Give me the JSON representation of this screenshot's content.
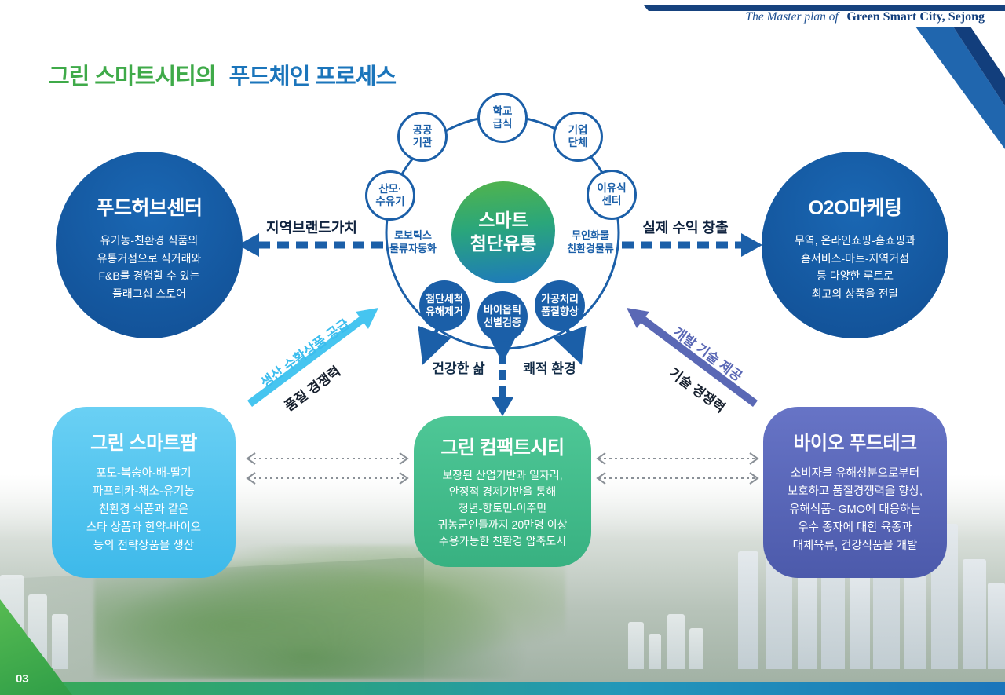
{
  "page_number": "03",
  "header": {
    "prefix": "The Master plan of",
    "brand": "Green Smart City, Sejong"
  },
  "title": {
    "green": "그린 스마트시티의",
    "blue": "푸드체인 프로세스"
  },
  "hub": {
    "center": "스마트\n첨단유통",
    "satellites": [
      {
        "label": "산모·\n수유기"
      },
      {
        "label": "공공\n기관"
      },
      {
        "label": "학교\n급식"
      },
      {
        "label": "기업\n단체"
      },
      {
        "label": "이유식\n센터"
      }
    ],
    "inner_left": "로보틱스\n물류자동화",
    "inner_right": "무인화물\n친환경물류",
    "process": [
      {
        "label": "첨단세척\n유해제거"
      },
      {
        "label": "바이옵틱\n선별검증"
      },
      {
        "label": "가공처리\n품질향상"
      }
    ],
    "outcome_left": "건강한 삶",
    "outcome_right": "쾌적 환경"
  },
  "nodes": {
    "food_hub": {
      "title": "푸드허브센터",
      "body": "유기농-친환경 식품의\n유통거점으로 직거래와\nF&B를 경험할 수 있는\n플래그십 스토어"
    },
    "o2o": {
      "title": "O2O마케팅",
      "body": "무역, 온라인쇼핑-홈쇼핑과\n홈서비스-마트-지역거점\n등 다양한 루트로\n최고의 상품을 전달"
    },
    "farm": {
      "title": "그린 스마트팜",
      "body": "포도-복숭아-배-딸기\n파프리카-채소-유기농\n친환경 식품과 같은\n스타 상품과 한약-바이오\n등의 전략상품을 생산"
    },
    "city": {
      "title": "그린 컴팩트시티",
      "body": "보장된 산업기반과 일자리,\n안정적 경제기반을 통해\n청년-향토민-이주민\n귀농군인들까지 20만명 이상\n수용가능한 친환경 압축도시"
    },
    "biotech": {
      "title": "바이오 푸드테크",
      "body": "소비자를 유해성분으로부터\n보호하고 품질경쟁력을 향상,\n유해식품- GMO에 대응하는\n우수 종자에 대한 육종과\n대체육류, 건강식품을 개발"
    }
  },
  "arrow_labels": {
    "brand_value": "지역브랜드가치",
    "revenue": "실제 수익 창출",
    "supply": "생산 수확상품 공급",
    "quality_competitiveness": "품질 경쟁력",
    "tech_provide": "개발 기술 제공",
    "tech_competitiveness": "기술 경쟁력"
  },
  "colors": {
    "title_green": "#3faa49",
    "title_blue": "#1b75bb",
    "navy": "#1b5fa8",
    "node_blue": "#1457a2",
    "cyan": "#46c5f0",
    "green": "#44bd8e",
    "purple": "#5a68b5"
  }
}
